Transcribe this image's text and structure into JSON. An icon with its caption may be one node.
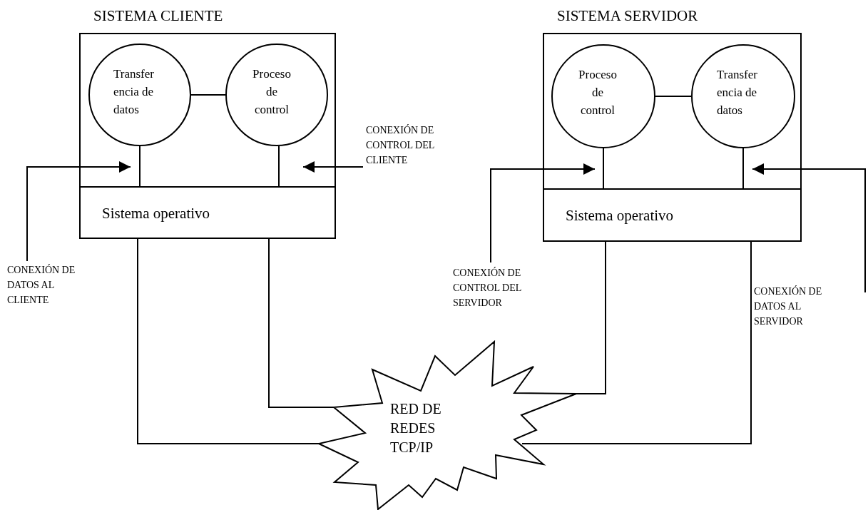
{
  "diagram": {
    "nodes": [
      {
        "text": [
          "SISTEMA CLIENTE"
        ]
      },
      {
        "text": [
          "Transfer encia de datos"
        ],
        "in": 0
      },
      {
        "text": [
          "Proceso de control"
        ],
        "in": 0
      },
      {
        "text": [
          "Sistema operativo"
        ],
        "in": 0
      },
      {
        "text": [
          "SISTEMA SERVIDOR"
        ]
      },
      {
        "text": [
          "Proceso de control"
        ],
        "in": 4
      },
      {
        "text": [
          "Transfer encia de datos"
        ],
        "in": 4
      },
      {
        "text": [
          "Sistema operativo"
        ],
        "in": 4
      },
      {
        "text": [
          "RED DE REDES TCP/IP"
        ]
      },
      {
        "text": [
          "CONEXIÓN DE DATOS AL CLIENTE"
        ]
      },
      {
        "text": [
          "CONEXIÓN DE CONTROL DEL CLIENTE"
        ]
      },
      {
        "text": [
          "CONEXIÓN DE CONTROL DEL SERVIDOR"
        ]
      },
      {
        "text": [
          "CONEXIÓN DE DATOS AL SERVIDOR"
        ]
      }
    ],
    "edges": [
      {
        "from": 1,
        "to": 2,
        "arrow": "none"
      },
      {
        "from": 1,
        "to": 3,
        "arrow": "none"
      },
      {
        "from": 2,
        "to": 3,
        "arrow": "none"
      },
      {
        "from": 5,
        "to": 6,
        "arrow": "none"
      },
      {
        "from": 5,
        "to": 7,
        "arrow": "none"
      },
      {
        "from": 6,
        "to": 7,
        "arrow": "none"
      },
      {
        "from": 3,
        "to": 8,
        "arrow": "none"
      },
      {
        "from": 3,
        "to": 8,
        "arrow": "none"
      },
      {
        "from": 7,
        "to": 8,
        "arrow": "none"
      },
      {
        "from": 7,
        "to": 8,
        "arrow": "none"
      },
      {
        "from": 9,
        "to": 3,
        "arrow": "to"
      },
      {
        "from": 10,
        "to": 3,
        "arrow": "to"
      },
      {
        "from": 11,
        "to": 7,
        "arrow": "to"
      },
      {
        "from": 12,
        "to": 7,
        "arrow": "to"
      }
    ]
  }
}
